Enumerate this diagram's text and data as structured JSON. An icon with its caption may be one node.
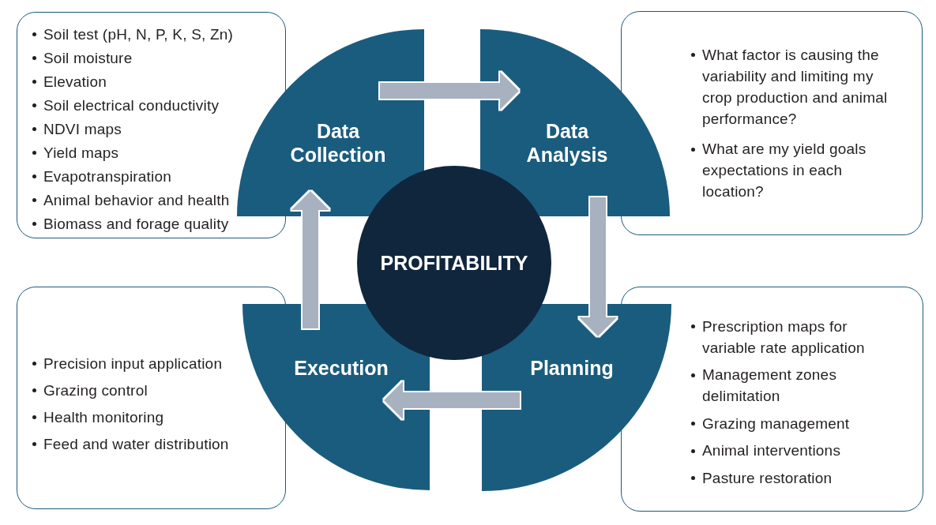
{
  "diagram": {
    "nodes": [
      {
        "text": [
          "Soil test (pH, N, P, K, S, Zn)",
          "Soil moisture",
          "Elevation",
          "Soil electrical conductivity",
          "NDVI maps",
          "Yield maps",
          "Evapotranspiration",
          "Animal behavior and health",
          "Biomass and forage quality"
        ]
      },
      {
        "text": [
          "Data Collection"
        ]
      },
      {
        "text": [
          "Data Analysis"
        ]
      },
      {
        "text": [
          "What factor is causing the variability and limiting my crop production and animal performance?",
          "What are my yield goals expectations in each location?"
        ]
      },
      {
        "text": [
          "PROFITABILITY"
        ]
      },
      {
        "text": [
          "Precision input application",
          "Grazing control",
          "Health monitoring",
          "Feed and water distribution"
        ]
      },
      {
        "text": [
          "Execution"
        ]
      },
      {
        "text": [
          "Planning"
        ]
      },
      {
        "text": [
          "Prescription maps for variable rate application",
          "Management zones delimitation",
          "Grazing management",
          "Animal interventions",
          "Pasture restoration"
        ]
      }
    ],
    "edges": [
      {
        "from": 1,
        "to": 2,
        "arrow": "to"
      },
      {
        "from": 2,
        "to": 7,
        "arrow": "to"
      },
      {
        "from": 7,
        "to": 6,
        "arrow": "to"
      },
      {
        "from": 6,
        "to": 1,
        "arrow": "to"
      }
    ]
  }
}
